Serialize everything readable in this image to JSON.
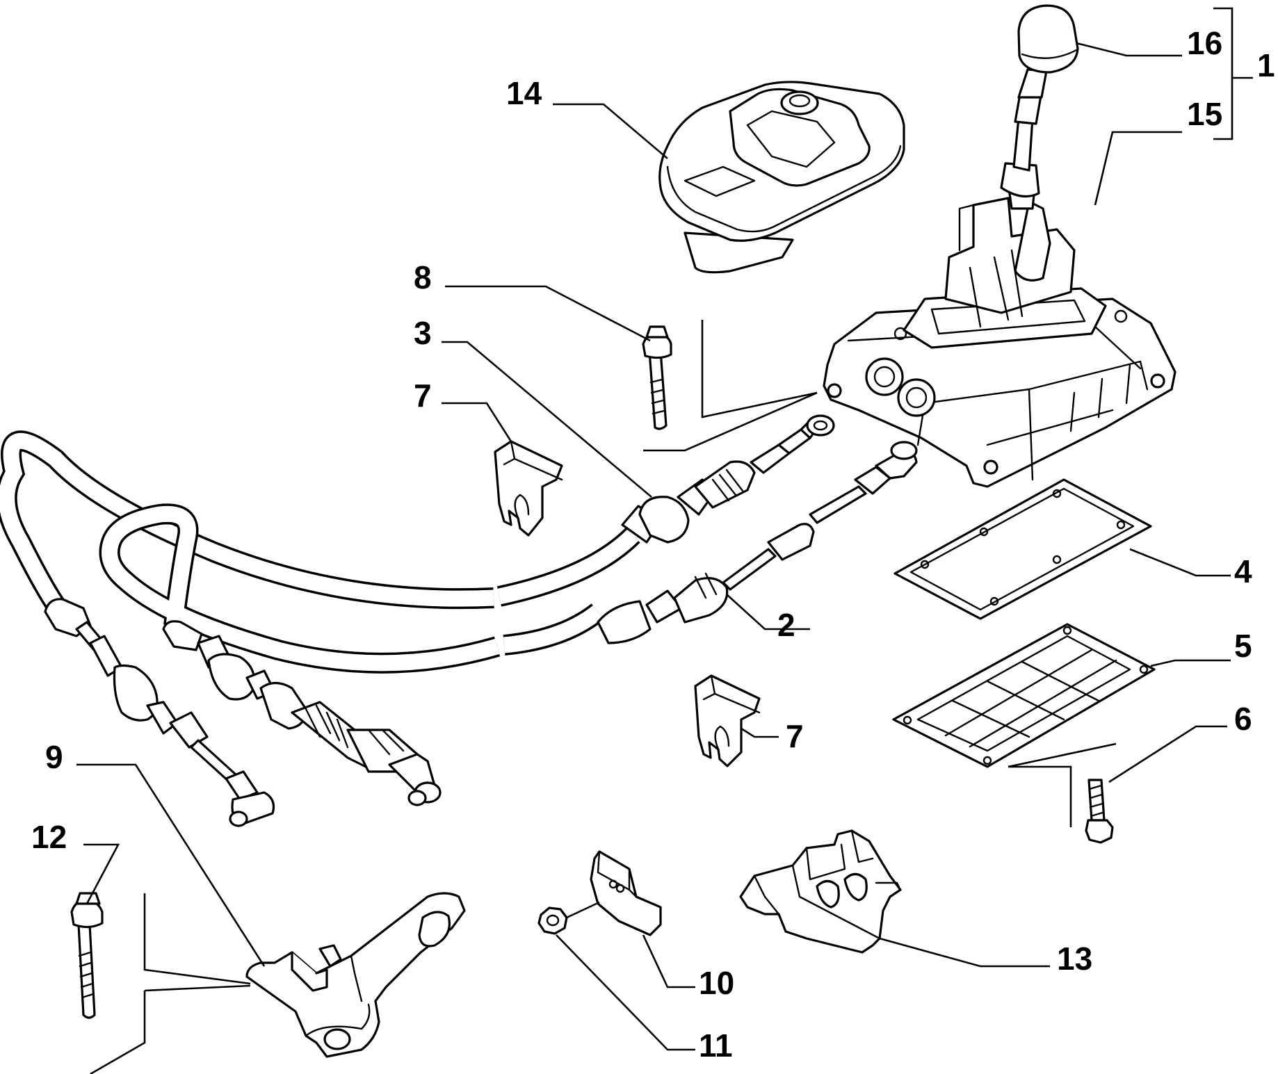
{
  "diagram": {
    "labels": {
      "l1": "1",
      "l2": "2",
      "l3": "3",
      "l4": "4",
      "l5": "5",
      "l6": "6",
      "l7a": "7",
      "l7b": "7",
      "l8": "8",
      "l9": "9",
      "l10": "10",
      "l11": "11",
      "l12": "12",
      "l13": "13",
      "l14": "14",
      "l15": "15",
      "l16": "16"
    }
  }
}
